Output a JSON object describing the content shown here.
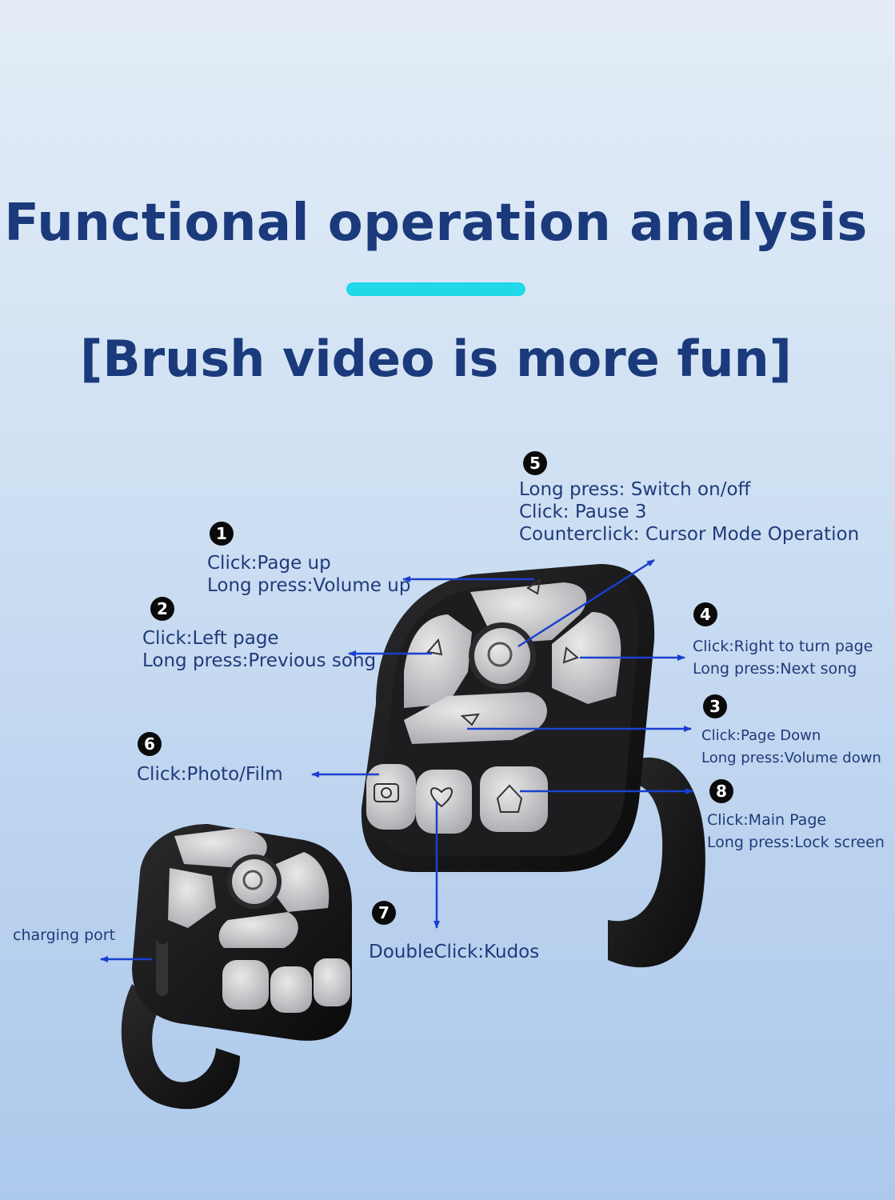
{
  "heading": {
    "title": "Functional operation analysis",
    "subtitle": "[Brush video is more fun]"
  },
  "callouts": {
    "c1": {
      "num": "1",
      "line1": "Click:Page up",
      "line2": "Long press:Volume up"
    },
    "c2": {
      "num": "2",
      "line1": "Click:Left page",
      "line2": "Long press:Previous song"
    },
    "c3": {
      "num": "3",
      "line1": "Click:Page Down",
      "line2": "Long press:Volume down"
    },
    "c4": {
      "num": "4",
      "line1": "Click:Right to turn page",
      "line2": "Long press:Next song"
    },
    "c5": {
      "num": "5",
      "line1": "Long press: Switch on/off",
      "line2": "Click: Pause 3",
      "line3": "Counterclick: Cursor Mode Operation"
    },
    "c6": {
      "num": "6",
      "line1": "Click:Photo/Film"
    },
    "c7": {
      "num": "7",
      "line1": "DoubleClick:Kudos"
    },
    "c8": {
      "num": "8",
      "line1": "Click:Main Page",
      "line2": "Long press:Lock screen"
    },
    "charging": {
      "label": "charging port"
    }
  },
  "colors": {
    "title": "#1a3a7c",
    "accent": "#1fd8e8",
    "arrow": "#1a3fd0",
    "device_body": "#151515",
    "device_button": "#cfcfd1"
  }
}
